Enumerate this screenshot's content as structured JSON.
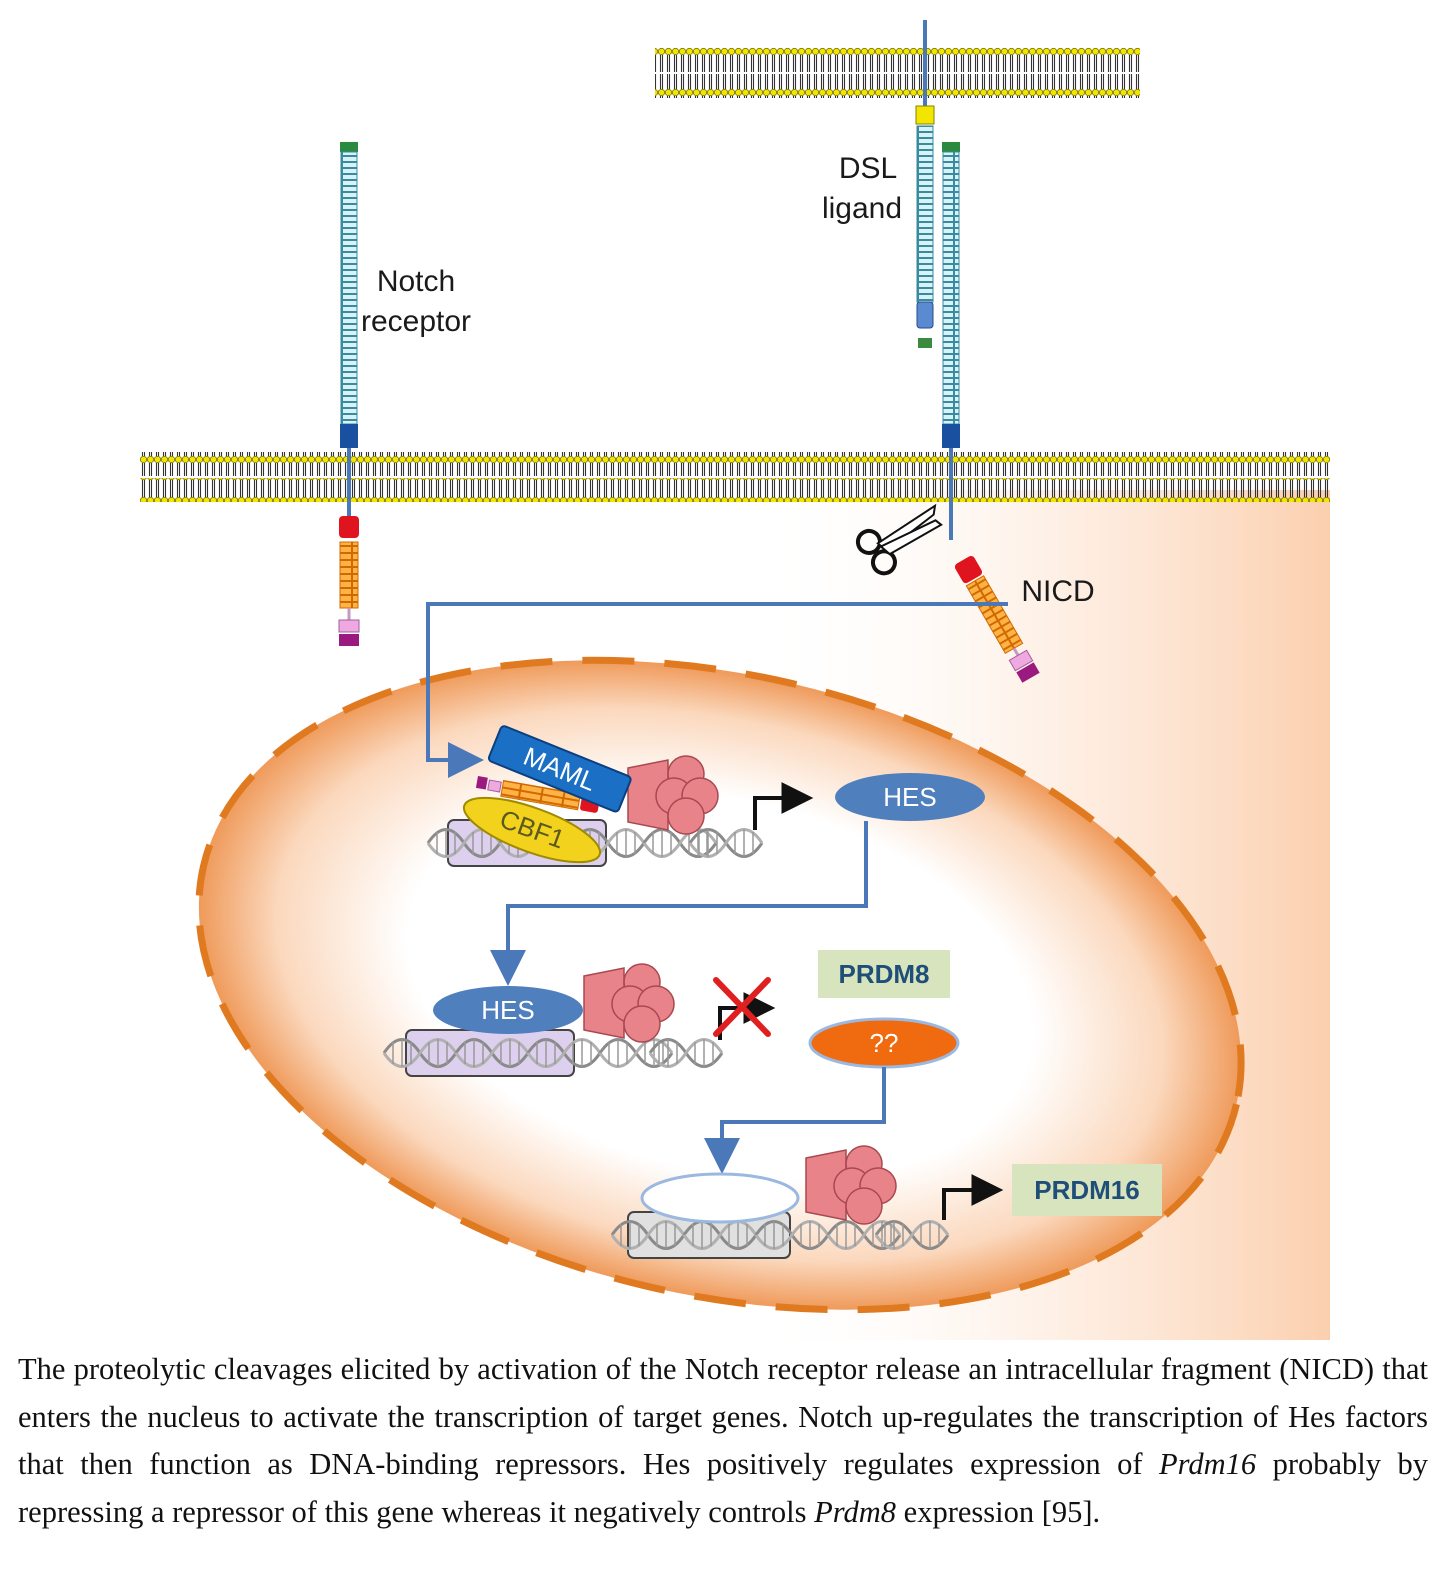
{
  "diagram": {
    "labels": {
      "dsl_ligand_line1": "DSL",
      "dsl_ligand_line2": "ligand",
      "notch_receptor_line1": "Notch",
      "notch_receptor_line2": "receptor",
      "nicd": "NICD",
      "maml": "MAML",
      "cbf1": "CBF1",
      "hes_product": "HES",
      "hes_bound": "HES",
      "prdm8": "PRDM8",
      "unknown_repressor": "??",
      "prdm16": "PRDM16"
    },
    "icons": [
      "scissors-icon",
      "transcription-arrow-icon",
      "block-cross-icon"
    ],
    "colors": {
      "membrane_head": "#f2e600",
      "membrane_tail": "#444444",
      "signal_arrow": "#4a78b8",
      "nucleus_border": "#e07a20",
      "cytoplasm_fill": "#fbd4b4",
      "hes_fill": "#4f7fbd",
      "gene_box_fill": "#d7e4bd",
      "gene_text": "#1f4e79",
      "repressor_fill": "#f06a10",
      "polymerase_fill": "#e8838a",
      "cbf1_fill": "#f2d21c",
      "maml_fill": "#1b6fc4",
      "block_cross": "#e02020"
    }
  },
  "caption": {
    "p1": "The proteolytic cleavages elicited by activation of the Notch receptor release an intracellular fragment (NICD) that enters the nucleus to activate the transcription of target genes. Notch up-regulates the transcription of Hes factors that then function as DNA-binding repressors. Hes positively regulates expression of ",
    "gene1": "Prdm16",
    "p2": " probably by repressing a repressor of this gene whereas it negatively controls ",
    "gene2": "Prdm8",
    "p3": " expression [95]."
  }
}
